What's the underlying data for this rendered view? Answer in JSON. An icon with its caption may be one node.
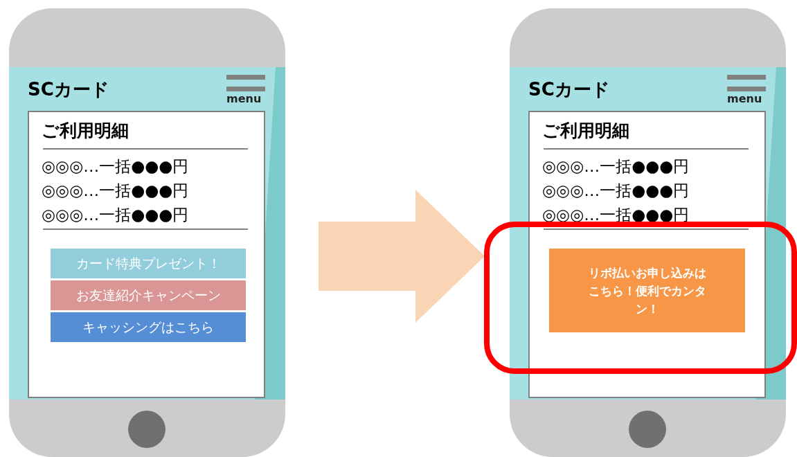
{
  "diagram": {
    "nodes": [
      {
        "text": [
          "SCカード",
          "menu"
        ]
      },
      {
        "text": [
          "ご利用明細",
          "◎◎◎…一括●●●円",
          "◎◎◎…一括●●●円",
          "◎◎◎…一括●●●円"
        ],
        "in": 0
      },
      {
        "text": [
          "カード特典プレゼント！"
        ],
        "in": 1
      },
      {
        "text": [
          "お友達紹介キャンペーン"
        ],
        "in": 1
      },
      {
        "text": [
          "キャッシングはこちら"
        ],
        "in": 1
      },
      {
        "text": [
          "SCカード",
          "menu"
        ]
      },
      {
        "text": [
          "ご利用明細",
          "◎◎◎…一括●●●円",
          "◎◎◎…一括●●●円",
          "◎◎◎…一括●●●円"
        ],
        "in": 5
      },
      {
        "text": [
          "リボ払いお申し込みはこちら！便利でカンタン！"
        ],
        "in": 6
      }
    ],
    "edges": [
      {
        "from": 0,
        "to": 5,
        "arrow": "to",
        "style": "thick",
        "color": "#fad5b5"
      }
    ]
  }
}
